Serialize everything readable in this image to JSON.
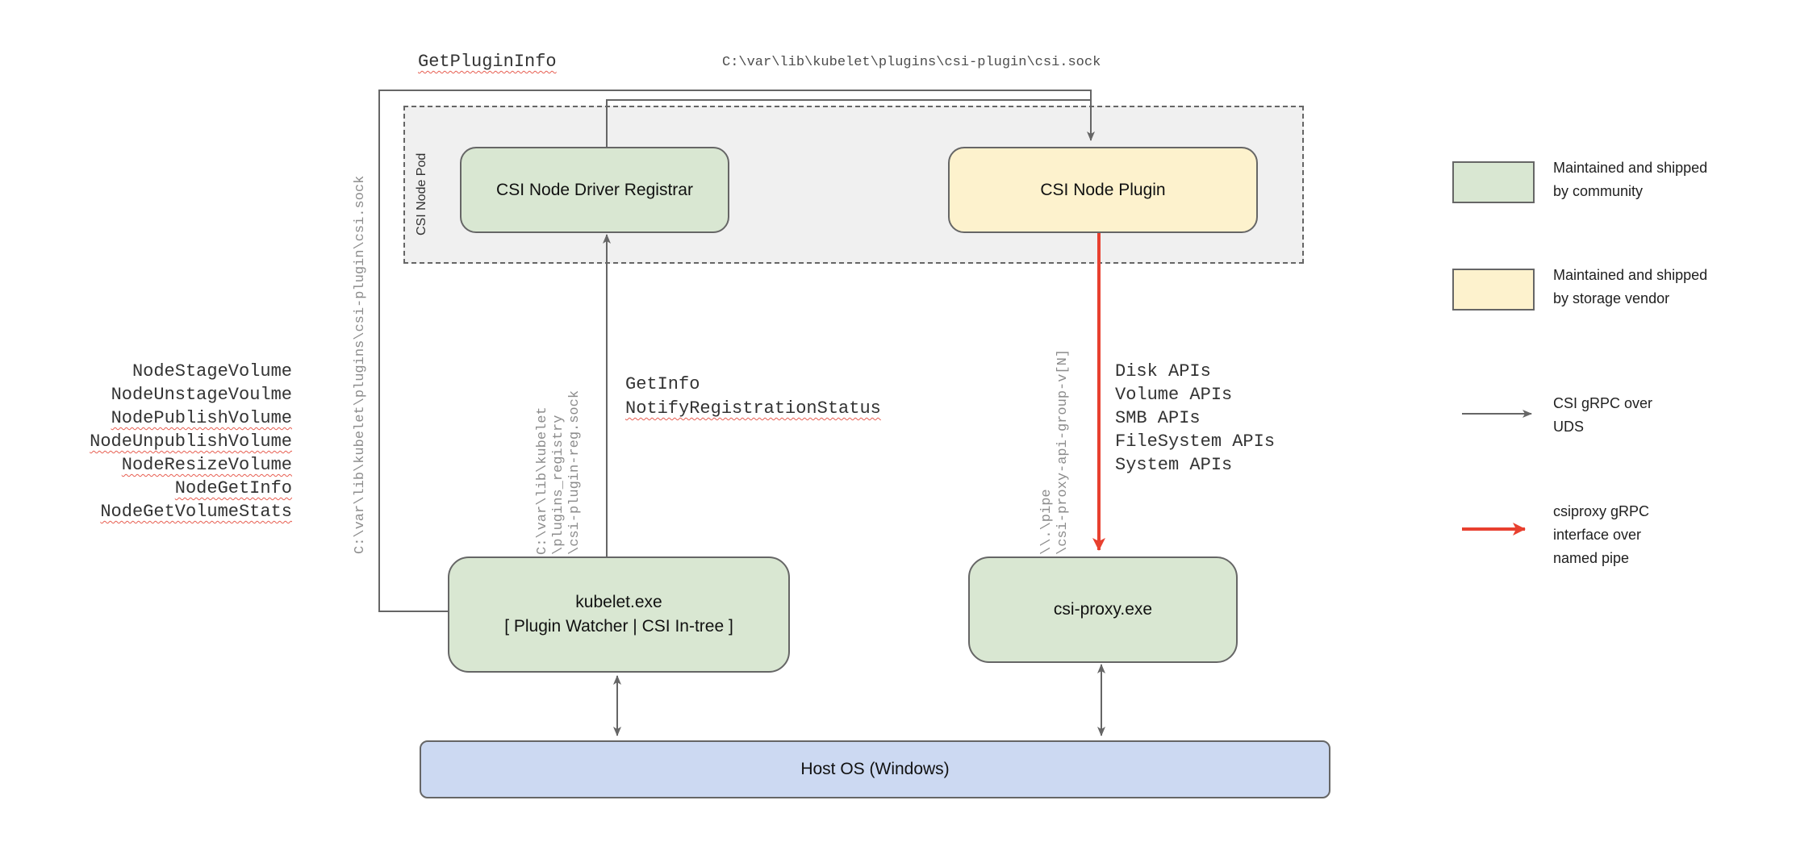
{
  "title": "CSI on Windows node architecture",
  "colors": {
    "community_green": "#d9e7d2",
    "vendor_yellow": "#fdf2cd",
    "host_blue": "#ccd9f2",
    "line_gray": "#666666",
    "rpc_red": "#e8402f",
    "pod_gray": "#f0f0f0"
  },
  "boxes": {
    "pod_label": "CSI Node Pod",
    "registrar": "CSI Node Driver Registrar",
    "plugin": "CSI Node Plugin",
    "kubelet_line1": "kubelet.exe",
    "kubelet_line2": "[ Plugin Watcher | CSI In-tree ]",
    "csi_proxy": "csi-proxy.exe",
    "host_os": "Host OS (Windows)"
  },
  "edge_labels": {
    "get_plugin_info": "GetPluginInfo",
    "plugin_socket_path": "C:\\var\\lib\\kubelet\\plugins\\csi-plugin\\csi.sock",
    "kubelet_socket_path_vertical": "C:\\var\\lib\\kubelet\\plugins\\csi-plugin\\csi.sock",
    "registration_socket_lines": [
      "C:\\var\\lib\\kubelet",
      "\\plugins_registry",
      "\\csi-plugin-reg.sock"
    ],
    "get_info": "GetInfo",
    "notify_registration_status": "NotifyRegistrationStatus",
    "named_pipe_lines": [
      "\\\\.\\pipe",
      "\\csi-proxy-api-group-v[N]"
    ]
  },
  "node_rpcs": {
    "items": [
      {
        "text": "NodeStageVolume"
      },
      {
        "text": "NodeUnstageVoulme"
      },
      {
        "text": "NodePublishVolume"
      },
      {
        "text": "NodeUnpublishVolume"
      },
      {
        "text": "NodeResizeVolume"
      },
      {
        "text": "NodeGetInfo"
      },
      {
        "text": "NodeGetVolumeStats"
      }
    ]
  },
  "proxy_apis": {
    "items": [
      "Disk APIs",
      "Volume APIs",
      "SMB APIs",
      "FileSystem APIs",
      "System APIs"
    ]
  },
  "legend": {
    "community": {
      "lines": [
        "Maintained and shipped",
        "by community"
      ]
    },
    "vendor": {
      "lines": [
        "Maintained and shipped",
        "by storage vendor"
      ]
    },
    "uds": {
      "lines": [
        "CSI gRPC over",
        "UDS"
      ]
    },
    "named_pipe": {
      "lines": [
        "csiproxy gRPC",
        "interface over",
        "named pipe"
      ]
    }
  }
}
